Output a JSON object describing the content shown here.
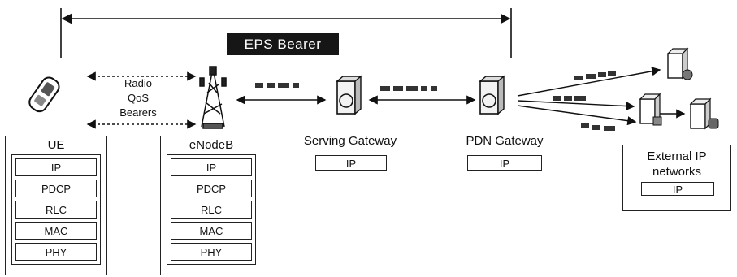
{
  "banner": {
    "label": "EPS Bearer"
  },
  "radio": {
    "lines": [
      "Radio",
      "QoS",
      "Bearers"
    ]
  },
  "ue": {
    "title": "UE",
    "layers": [
      "IP",
      "PDCP",
      "RLC",
      "MAC",
      "PHY"
    ]
  },
  "enodeb": {
    "title": "eNodeB",
    "layers": [
      "IP",
      "PDCP",
      "RLC",
      "MAC",
      "PHY"
    ]
  },
  "serving_gateway": {
    "label": "Serving Gateway",
    "ip": "IP"
  },
  "pdn_gateway": {
    "label": "PDN Gateway",
    "ip": "IP"
  },
  "external": {
    "lines": [
      "External IP",
      "networks"
    ],
    "ip": "IP"
  },
  "icons": [
    "phone-icon",
    "cell-tower-icon",
    "gateway-icon",
    "server-icon",
    "data-packets-icon"
  ]
}
